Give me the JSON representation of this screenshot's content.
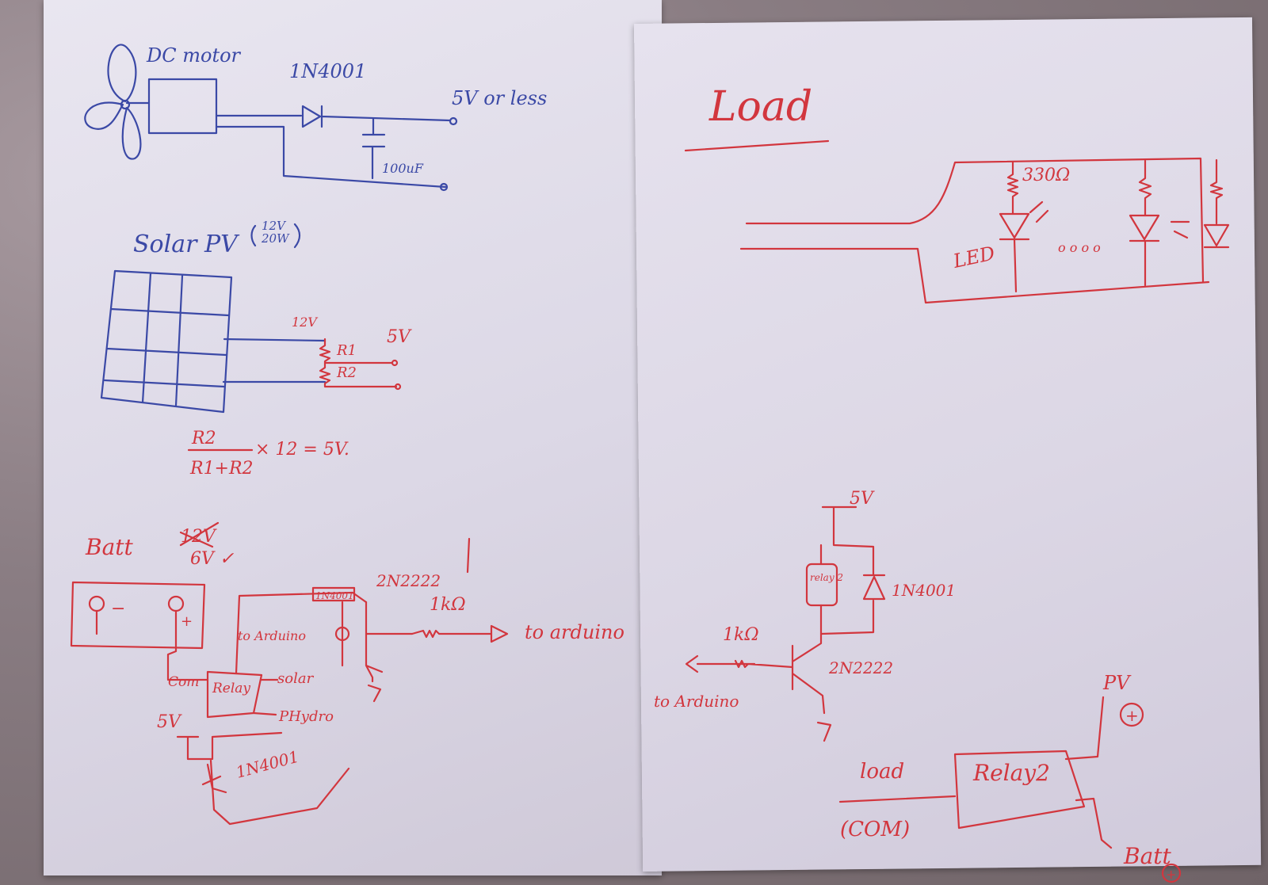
{
  "motor_section": {
    "motor_label": "DC motor",
    "diode_label": "1N4001",
    "output_label": "5V or less",
    "capacitor_label": "100uF"
  },
  "solar_section": {
    "title": "Solar PV",
    "rating_top": "12V",
    "rating_bottom": "20W",
    "input_voltage": "12V",
    "output_voltage": "5V",
    "r1_label": "R1",
    "r2_label": "R2",
    "formula_numerator": "R2",
    "formula_denominator": "R1+R2",
    "formula_rest": "× 12 = 5V."
  },
  "battery_section": {
    "title": "Batt",
    "old_rating": "12V",
    "new_rating": "6V ✓",
    "minus_label": "−",
    "plus_label": "+",
    "com_label": "Com",
    "relay_label": "Relay",
    "solar_label": "solar",
    "pin_label": "PHydro",
    "supply_label": "5V",
    "diode_label": "1N4001",
    "small_diode_label": "1N4001",
    "to_arduino_inner": "to Arduino",
    "transistor_label": "2N2222",
    "resistor_label": "1kΩ",
    "to_arduino_label": "to arduino"
  },
  "load_section": {
    "title": "Load",
    "resistor_label": "330Ω",
    "led_label": "LED",
    "ellipsis": "o o o o"
  },
  "relay2_section": {
    "supply_label": "5V",
    "relay_label": "relay 2",
    "diode_label": "1N4001",
    "resistor_label": "1kΩ",
    "transistor_label": "2N2222",
    "to_arduino_label": "to Arduino",
    "load_label": "load",
    "com_label": "(COM)",
    "relay_box_label": "Relay2",
    "pv_label": "PV",
    "pv_sign": "+",
    "batt_label": "Batt",
    "batt_sign": "+"
  }
}
